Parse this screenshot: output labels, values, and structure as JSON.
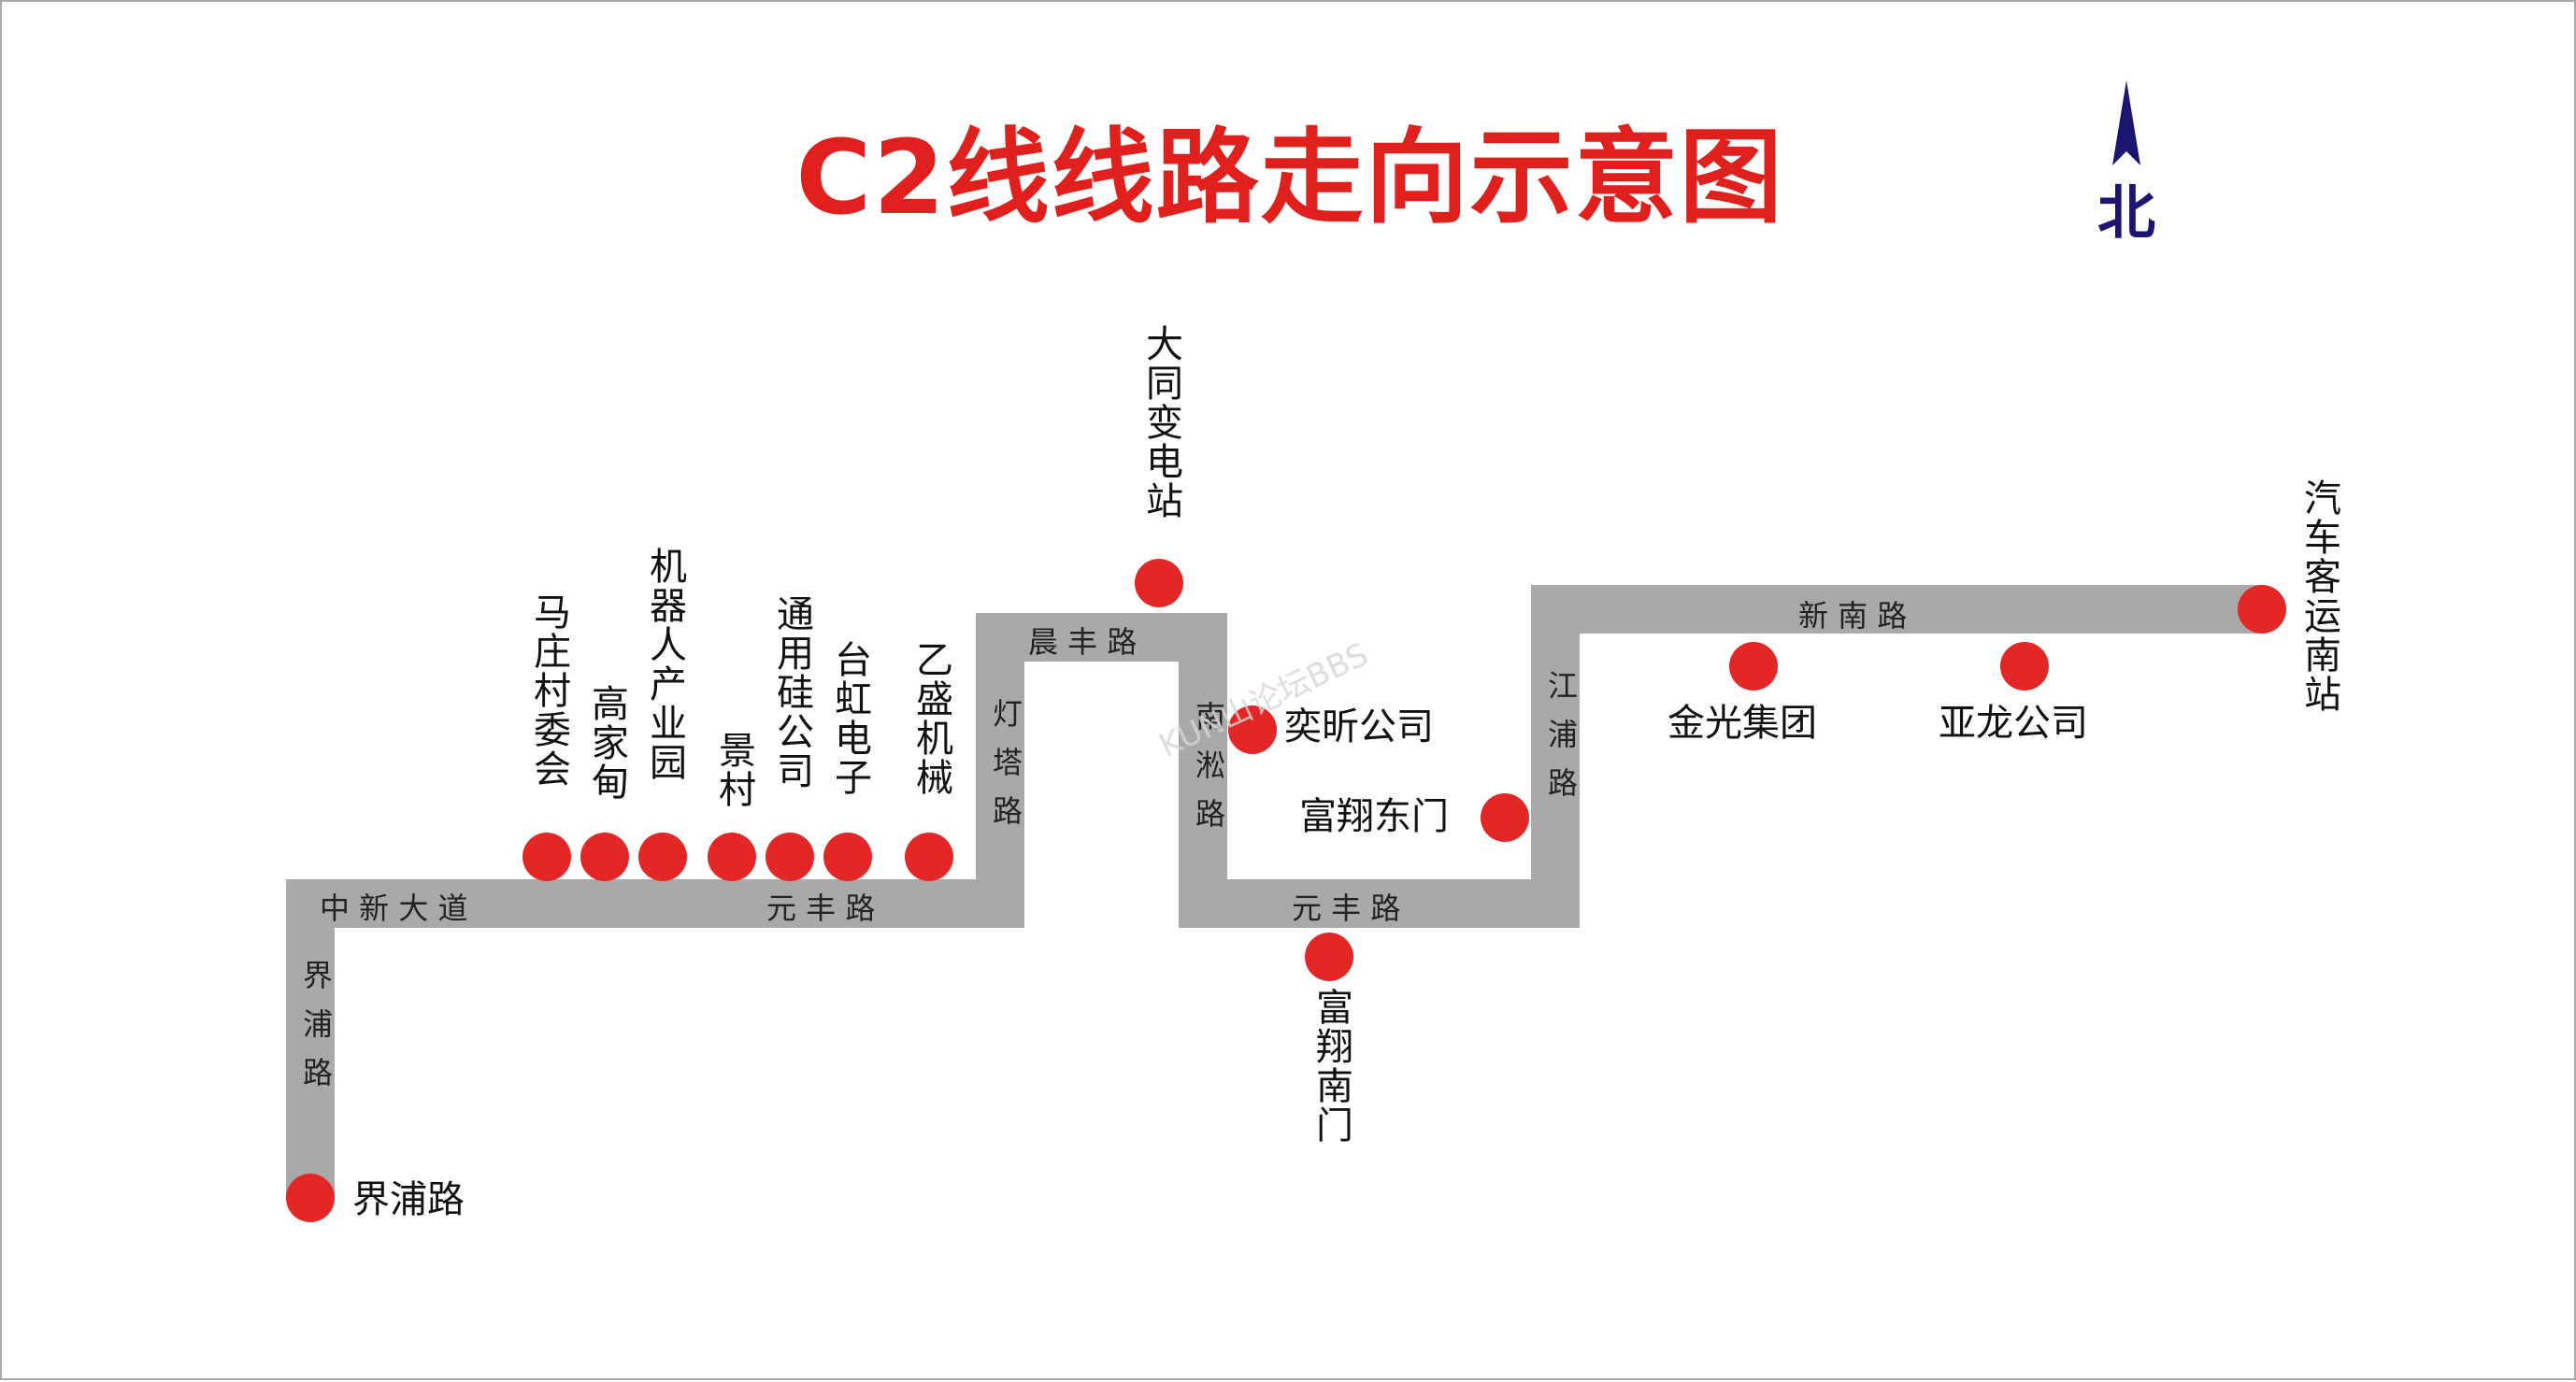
{
  "title": "C2线线路走向示意图",
  "compass": {
    "label": "北",
    "color": "#1a1670"
  },
  "colors": {
    "route": "#a9a9a9",
    "stop": "#e32626",
    "title": "#e0201c"
  },
  "roads": {
    "jiepu": "界浦路",
    "zhongxin": "中 新 大 道",
    "yuanfeng_west": "元 丰 路",
    "dengta": "灯塔路",
    "chenfeng": "晨 丰 路",
    "nansong": "南淞路",
    "yuanfeng_east": "元 丰 路",
    "jiangpu": "江浦路",
    "xinnan": "新 南 路"
  },
  "stops": {
    "jiepulu": "界浦路",
    "mazhuang": "马庄村委会",
    "gaojiadian": "高家甸",
    "jiqiren": "机器人产业园",
    "jingcun": "景村",
    "tongyong": "通用硅公司",
    "taihong": "台虹电子",
    "yisheng": "乙盛机械",
    "datong": "大同变电站",
    "yixin": "奕昕公司",
    "fuxiang_nan": "富翔南门",
    "fuxiang_dong": "富翔东门",
    "jinguang": "金光集团",
    "yalong": "亚龙公司",
    "qiche": "汽车客运南站"
  },
  "watermark": "KUN山论坛BBS"
}
